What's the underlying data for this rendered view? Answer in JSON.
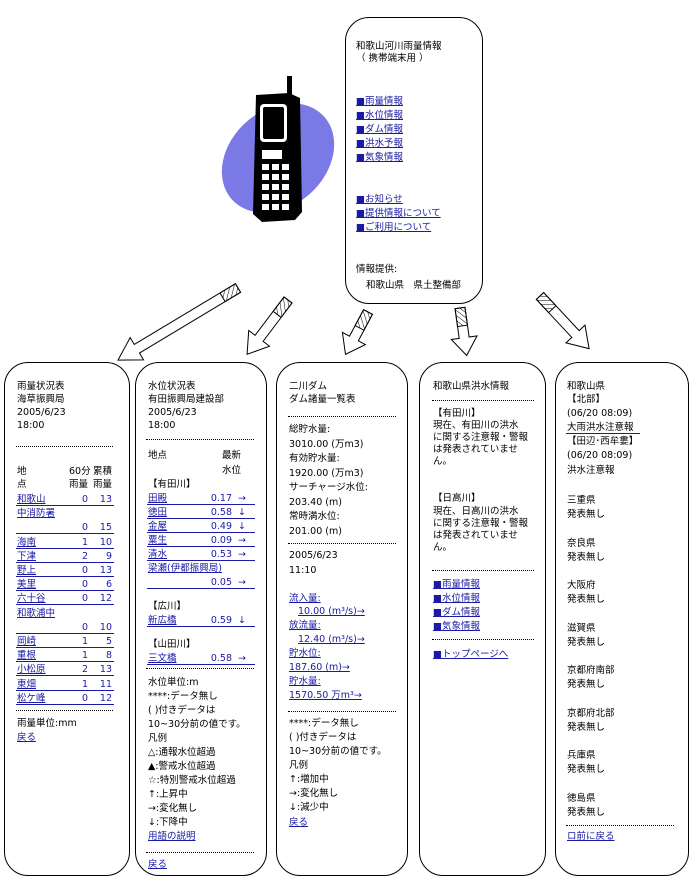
{
  "top": {
    "title": "和歌山河川雨量情報",
    "subtitle": "（ 携帯端末用 ）",
    "menu": [
      "■雨量情報",
      "■水位情報",
      "■ダム情報",
      "■洪水予報",
      "■気象情報"
    ],
    "menu2": [
      "■お知らせ",
      "■提供情報について",
      "■ご利用について"
    ],
    "provider_label": "情報提供:",
    "provider": "和歌山県　県土整備部"
  },
  "rain": {
    "title": "雨量状況表",
    "office": "海草振興局",
    "date": "2005/6/23",
    "time": "18:00",
    "col_point_1": "地",
    "col_point_2": "点",
    "col_60_1": "60分",
    "col_60_2": "雨量",
    "col_acc_1": "累積",
    "col_acc_2": "雨量",
    "rows": [
      {
        "name": "和歌山",
        "v60": "0",
        "acc": "13"
      },
      {
        "name": "中消防署",
        "v60": "",
        "acc": ""
      },
      {
        "name": "",
        "v60": "0",
        "acc": "15"
      },
      {
        "name": "海南",
        "v60": "1",
        "acc": "10"
      },
      {
        "name": "下津",
        "v60": "2",
        "acc": "9"
      },
      {
        "name": "野上",
        "v60": "0",
        "acc": "13"
      },
      {
        "name": "美里",
        "v60": "0",
        "acc": "6"
      },
      {
        "name": "六十谷",
        "v60": "0",
        "acc": "12"
      },
      {
        "name": "和歌浦中",
        "v60": "",
        "acc": ""
      },
      {
        "name": "",
        "v60": "0",
        "acc": "10"
      },
      {
        "name": "岡崎",
        "v60": "1",
        "acc": "5"
      },
      {
        "name": "重根",
        "v60": "1",
        "acc": "8"
      },
      {
        "name": "小松原",
        "v60": "2",
        "acc": "13"
      },
      {
        "name": "東畑",
        "v60": "1",
        "acc": "11"
      },
      {
        "name": "松ケ峰",
        "v60": "0",
        "acc": "12"
      }
    ],
    "unit": "雨量単位:mm",
    "back": "戻る"
  },
  "water": {
    "title": "水位状況表",
    "office": "有田振興局建設部",
    "date": "2005/6/23",
    "time": "18:00",
    "col_point": "地点",
    "col_latest_1": "最新",
    "col_latest_2": "水位",
    "rivers": [
      {
        "name": "【有田川】",
        "stations": [
          {
            "name": "田殿",
            "value": "0.17",
            "arrow": "→"
          },
          {
            "name": "徳田",
            "value": "0.58",
            "arrow": "↓"
          },
          {
            "name": "金屋",
            "value": "0.49",
            "arrow": "↓"
          },
          {
            "name": "粟生",
            "value": "0.09",
            "arrow": "→"
          },
          {
            "name": "清水",
            "value": "0.53",
            "arrow": "→"
          },
          {
            "name": "梁瀬(伊都振興局)",
            "value": "0.05",
            "arrow": "→"
          }
        ]
      },
      {
        "name": "【広川】",
        "stations": [
          {
            "name": "新広橋",
            "value": "0.59",
            "arrow": "↓"
          }
        ]
      },
      {
        "name": "【山田川】",
        "stations": [
          {
            "name": "三文橋",
            "value": "0.58",
            "arrow": "→"
          }
        ]
      }
    ],
    "notes": [
      "水位単位:m",
      "****:データ無し",
      "( )付きデータは",
      "10~30分前の値です。",
      "凡例",
      "△:通報水位超過",
      "▲:警戒水位超過",
      "☆:特別警戒水位超過",
      "↑:上昇中",
      "→:変化無し",
      "↓:下降中"
    ],
    "glossary": "用語の説明",
    "back": "戻る"
  },
  "dam": {
    "title": "二川ダム",
    "subtitle": "ダム諸量一覧表",
    "specs": [
      "総貯水量:",
      "3010.00 (万m3)",
      "有効貯水量:",
      "1920.00 (万m3)",
      "サーチャージ水位:",
      "203.40 (m)",
      "常時満水位:",
      "201.00 (m)"
    ],
    "date": "2005/6/23",
    "time": "11:10",
    "inflow_label": "流入量:",
    "inflow": "10.00 (m³/s)→",
    "outflow_label": "放流量:",
    "outflow": "12.40 (m³/s)→",
    "level_label": "貯水位:",
    "level": "187.60 (m)→",
    "storage_label": "貯水量:",
    "storage": "1570.50 万m³→",
    "notes": [
      "****:データ無し",
      "( )付きデータは",
      "10~30分前の値です。",
      "凡例",
      "↑:増加中",
      "→:変化無し",
      "↓:減少中"
    ],
    "back": "戻る"
  },
  "flood": {
    "title": "和歌山県洪水情報",
    "arida_head": "【有田川】",
    "arida_text": [
      "現在、有田川の洪水",
      "に関する注意報・警報",
      "は発表されていませ",
      "ん。"
    ],
    "hidaka_head": "【日高川】",
    "hidaka_text": [
      "現在、日高川の洪水",
      "に関する注意報・警報",
      "は発表されていませ",
      "ん。"
    ],
    "links": [
      "■雨量情報",
      "■水位情報",
      "■ダム情報",
      "■気象情報"
    ],
    "top_link": "■トップページへ"
  },
  "weather": {
    "title": "和歌山県",
    "north": "【北部】",
    "north_time": "(06/20 08:09)",
    "north_warn": "大雨洪水注意報",
    "south": "【田辺･西牟婁】",
    "south_time": "(06/20 08:09)",
    "south_warn": "洪水注意報",
    "prefs": [
      {
        "name": "三重県",
        "status": "発表無し"
      },
      {
        "name": "奈良県",
        "status": "発表無し"
      },
      {
        "name": "大阪府",
        "status": "発表無し"
      },
      {
        "name": "滋賀県",
        "status": "発表無し"
      },
      {
        "name": "京都府南部",
        "status": "発表無し"
      },
      {
        "name": "京都府北部",
        "status": "発表無し"
      },
      {
        "name": "兵庫県",
        "status": "発表無し"
      },
      {
        "name": "徳島県",
        "status": "発表無し"
      }
    ],
    "back": "ロ前に戻る"
  },
  "colors": {
    "link": "#1a1aa6",
    "ellipse": "#7b79e6"
  }
}
